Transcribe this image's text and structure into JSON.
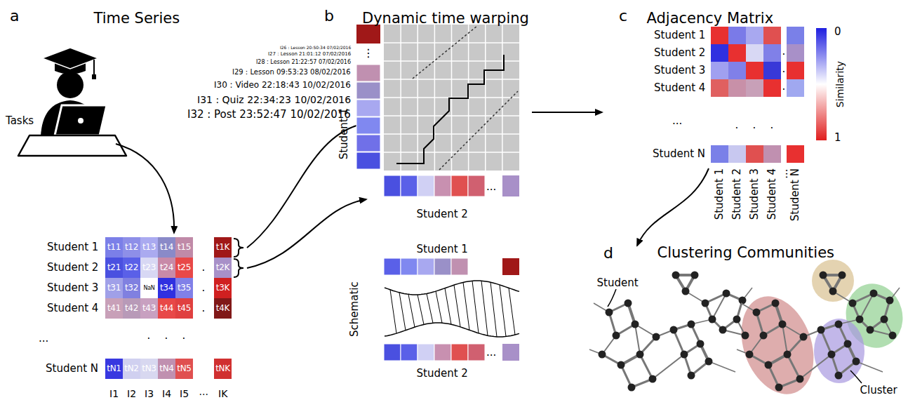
{
  "diagram": {
    "labels": [
      "a",
      "Time Series",
      "Tasks",
      "I26 : Lesson 20:50:34 07/02/2016",
      "I27 : Lesson 21:01:12 07/02/2016",
      "I28 : Lesson 21:22:57 07/02/2016",
      "I29 : Lesson 09:53:23 08/02/2016",
      "I30 : Video 22:18:43 10/02/2016",
      "I31 : Quiz 22:34:23 10/02/2016",
      "I32 : Post 23:52:47 10/02/2016",
      "Student 1",
      "Student 2",
      "Student 3",
      "Student 4",
      "...",
      "Student N",
      "t11",
      "t12",
      "t13",
      "t14",
      "t15",
      "t1K",
      "t21",
      "t22",
      "t23",
      "t24",
      "t25",
      "t2K",
      "t31",
      "t32",
      "NaN",
      "t34",
      "t35",
      "t3K",
      "t41",
      "t42",
      "t43",
      "t44",
      "t45",
      "t4K",
      "tN1",
      "tN2",
      "tN3",
      "tN4",
      "tN5",
      "tNK",
      ".",
      ".",
      ".",
      ".",
      ".",
      ".",
      "I1",
      "I2",
      "I3",
      "I4",
      "I5",
      "...",
      "IK",
      "b",
      "Dynamic time warping",
      "Student 1",
      "⋮",
      "...",
      "Student 2",
      "Student 1",
      "Schematic",
      "...",
      "Student 2",
      "c",
      "Adjacency Matrix",
      "Student 1",
      "Student 2",
      "Student 3",
      "Student 4",
      "...",
      "Student N",
      ".",
      ".",
      ".",
      ".",
      ".",
      ".",
      "Student 1",
      "Student 2",
      "Student 3",
      "Student 4",
      "...",
      "Student N",
      "0",
      "Similarity",
      "1",
      "d",
      "Clustering Communities",
      "Student",
      "Cluster"
    ]
  }
}
